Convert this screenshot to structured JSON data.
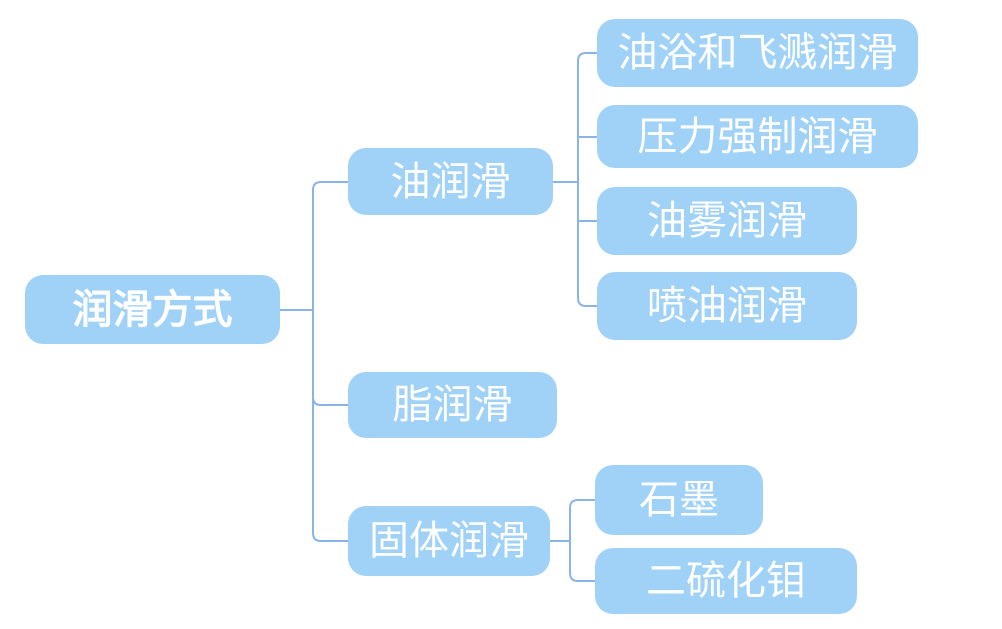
{
  "page": {
    "background": "#ffffff"
  },
  "colors": {
    "node_fill": "#a0d2f7",
    "connector_line": "#8ab4e8",
    "node_text": "#ffffff"
  },
  "tree": {
    "root": {
      "label": "润滑方式"
    },
    "children": [
      {
        "label": "油润滑",
        "children": [
          {
            "label": "油浴和飞溅润滑"
          },
          {
            "label": "压力强制润滑"
          },
          {
            "label": "油雾润滑"
          },
          {
            "label": "喷油润滑"
          }
        ]
      },
      {
        "label": "脂润滑",
        "children": []
      },
      {
        "label": "固体润滑",
        "children": [
          {
            "label": "石墨"
          },
          {
            "label": "二硫化钼"
          }
        ]
      }
    ]
  }
}
